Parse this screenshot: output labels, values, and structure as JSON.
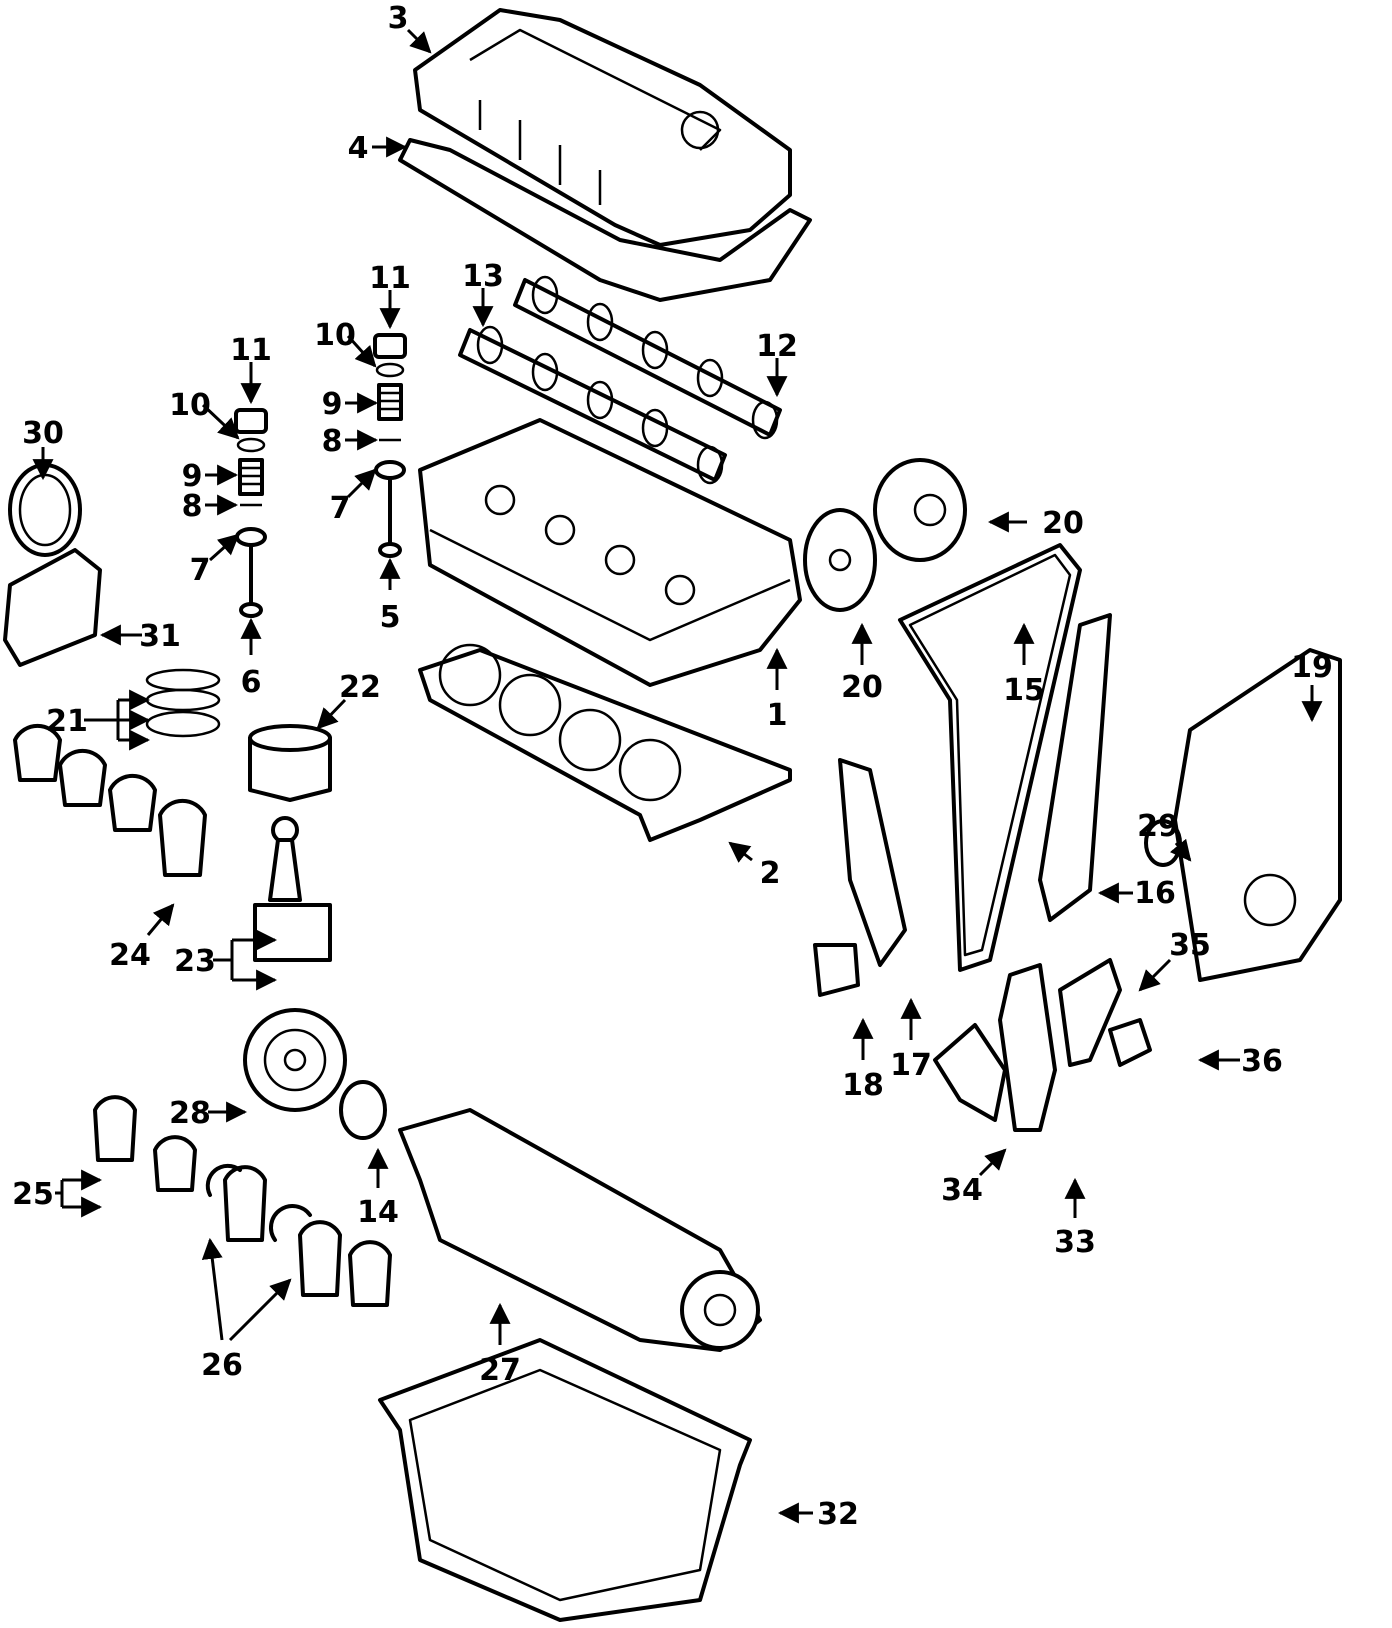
{
  "callouts": [
    {
      "n": "1"
    },
    {
      "n": "2"
    },
    {
      "n": "3"
    },
    {
      "n": "4"
    },
    {
      "n": "5"
    },
    {
      "n": "6"
    },
    {
      "n": "7"
    },
    {
      "n": "7"
    },
    {
      "n": "8"
    },
    {
      "n": "8"
    },
    {
      "n": "9"
    },
    {
      "n": "9"
    },
    {
      "n": "10"
    },
    {
      "n": "10"
    },
    {
      "n": "11"
    },
    {
      "n": "11"
    },
    {
      "n": "12"
    },
    {
      "n": "13"
    },
    {
      "n": "14"
    },
    {
      "n": "15"
    },
    {
      "n": "16"
    },
    {
      "n": "17"
    },
    {
      "n": "18"
    },
    {
      "n": "19"
    },
    {
      "n": "20"
    },
    {
      "n": "20"
    },
    {
      "n": "21"
    },
    {
      "n": "22"
    },
    {
      "n": "23"
    },
    {
      "n": "24"
    },
    {
      "n": "25"
    },
    {
      "n": "26"
    },
    {
      "n": "27"
    },
    {
      "n": "28"
    },
    {
      "n": "29"
    },
    {
      "n": "30"
    },
    {
      "n": "31"
    },
    {
      "n": "32"
    },
    {
      "n": "33"
    },
    {
      "n": "34"
    },
    {
      "n": "35"
    },
    {
      "n": "36"
    }
  ]
}
